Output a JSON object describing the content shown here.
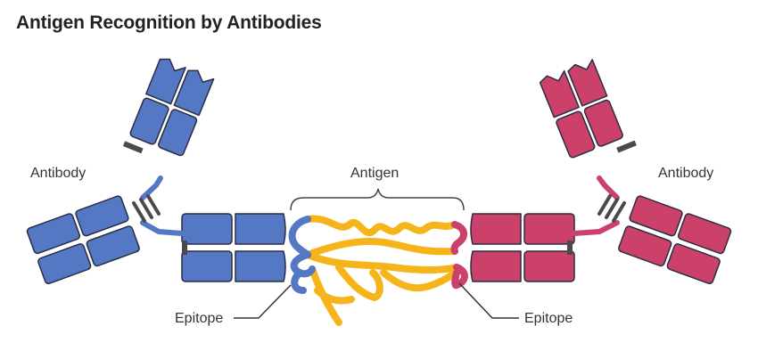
{
  "title": "Antigen Recognition by Antibodies",
  "labels": {
    "antibody_left": "Antibody",
    "antibody_right": "Antibody",
    "antigen": "Antigen",
    "epitope_left": "Epitope",
    "epitope_right": "Epitope"
  },
  "colors": {
    "antibody_left": "#5578C4",
    "antibody_right": "#CC416A",
    "antigen": "#F5B51A",
    "outline": "#2A2E45",
    "hinge": "#4A4A4A"
  }
}
